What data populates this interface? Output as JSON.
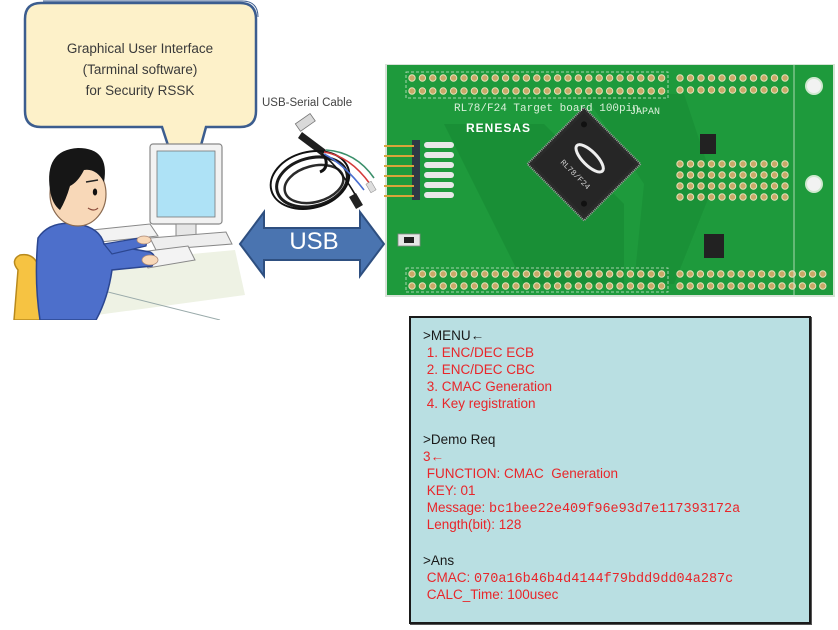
{
  "gui_bubble": {
    "lines": [
      "Graphical User Interface",
      "(Tarminal software)",
      "for Security RSSK"
    ]
  },
  "cable": {
    "label": "USB-Serial Cable"
  },
  "usb_arrow": {
    "label": "USB"
  },
  "board": {
    "silkscreen_title": "RL78/F24 Target board 100pin",
    "brand": "RENESAS",
    "country": "JAPAN",
    "chip_label": "RL78/F24"
  },
  "terminal": {
    "menu_header": ">MENU←",
    "menu_items": [
      " 1. ENC/DEC ECB",
      " 2. ENC/DEC CBC",
      " 3. CMAC Generation",
      " 4. Key registration"
    ],
    "demo_header": ">Demo Req",
    "demo_input": "3←",
    "function": {
      "label": " FUNCTION: ",
      "value": "CMAC  Generation"
    },
    "key": {
      "label": " KEY: ",
      "value": "01"
    },
    "message": {
      "label": " Message: ",
      "value": "bc1bee22e409f96e93d7e117393172a"
    },
    "length": {
      "label": " Length(bit): ",
      "value": "128"
    },
    "ans_header": ">Ans",
    "cmac": {
      "label": " CMAC: ",
      "value": "070a16b46b4d4144f79bdd9dd04a287c"
    },
    "calc_time": {
      "label": " CALC_Time: ",
      "value": "100usec"
    }
  },
  "colors": {
    "bubble_fill": "#fdf1c9",
    "bubble_border": "#3c5d8f",
    "arrow_fill": "#4a74b0",
    "terminal_bg": "#b9dfe2",
    "terminal_red": "#e8262a",
    "board_green": "#1c9b3a"
  }
}
